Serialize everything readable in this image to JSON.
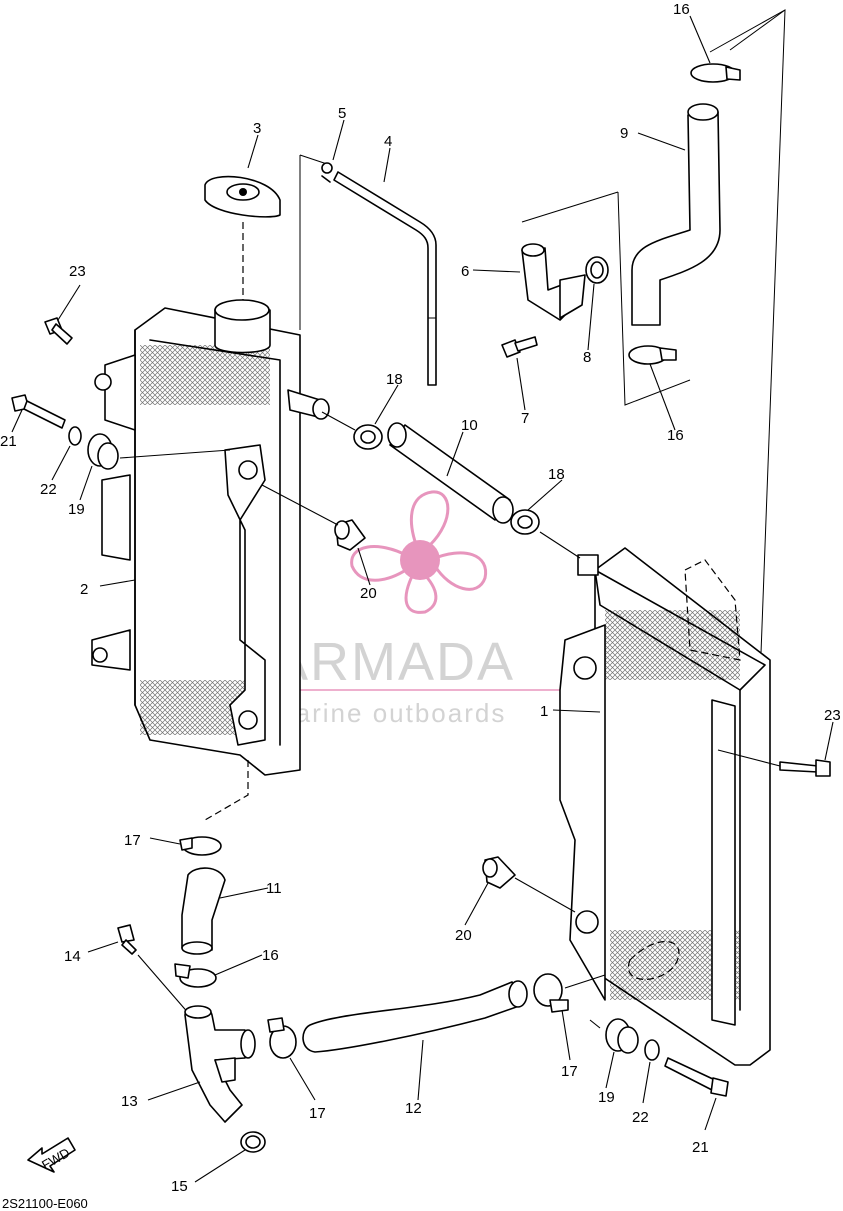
{
  "diagram_code": "2S21100-E060",
  "watermark": {
    "brand": "ARMADA",
    "tagline": "marine outboards",
    "accent_color": "#e58ab6"
  },
  "fwd_label": "FWD",
  "callouts": {
    "c1": "1",
    "c2": "2",
    "c3": "3",
    "c4": "4",
    "c5": "5",
    "c6": "6",
    "c7": "7",
    "c8": "8",
    "c9": "9",
    "c10": "10",
    "c11": "11",
    "c12": "12",
    "c13": "13",
    "c14": "14",
    "c15": "15",
    "c16a": "16",
    "c16b": "16",
    "c16c": "16",
    "c17a": "17",
    "c17b": "17",
    "c17c": "17",
    "c18a": "18",
    "c18b": "18",
    "c19a": "19",
    "c19b": "19",
    "c20a": "20",
    "c20b": "20",
    "c21a": "21",
    "c21b": "21",
    "c22a": "22",
    "c22b": "22",
    "c23a": "23",
    "c23b": "23"
  }
}
